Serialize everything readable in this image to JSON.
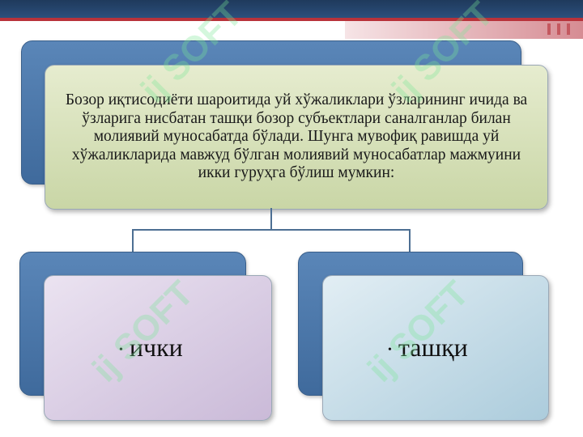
{
  "slide": {
    "main_text": "Бозор иқтисодиёти шароитида уй хўжаликлари ўзларининг ичида ва ўзларига нисбатан ташқи бозор субъектлари саналганлар билан молиявий муносабатда бўлади. Шунга мувофиқ равишда уй хўжаликларида мавжуд бўлган молиявий муносабатлар мажмуини икки гуруҳга бўлиш мумкин:",
    "left_label": "ички",
    "right_label": "ташқи",
    "bullet": "•"
  },
  "watermark": {
    "text": "SOFT",
    "logo_glyph": "ij"
  },
  "colors": {
    "header": "#2b4f7c",
    "accent_line": "#b8323a",
    "back_box": "#3f6a9c",
    "main_box": "#d3deb4",
    "left_box": "#d6c9e1",
    "right_box": "#bed9e6",
    "connector": "#4d6f93"
  }
}
